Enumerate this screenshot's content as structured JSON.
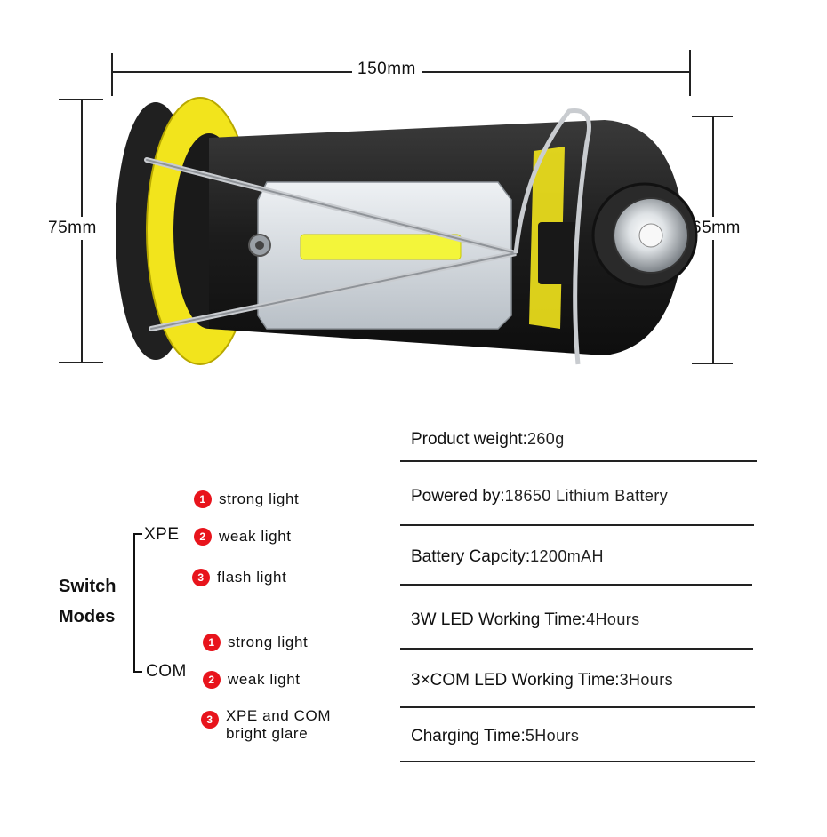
{
  "dimensions": {
    "length": "150mm",
    "height_left": "75mm",
    "height_right": "65mm"
  },
  "colors": {
    "accent_yellow": "#f2e41c",
    "body_black": "#1c1c1c",
    "mode_badge_red": "#e8141c"
  },
  "switch_modes": {
    "title_line1": "Switch",
    "title_line2": "Modes",
    "groups": [
      {
        "label": "XPE",
        "items": [
          {
            "num": "1",
            "text": "strong light"
          },
          {
            "num": "2",
            "text": "weak light"
          },
          {
            "num": "3",
            "text": "flash light"
          }
        ]
      },
      {
        "label": "COM",
        "items": [
          {
            "num": "1",
            "text": "strong light"
          },
          {
            "num": "2",
            "text": "weak light"
          },
          {
            "num": "3",
            "text_line1": "XPE and COM",
            "text_line2": "bright glare"
          }
        ]
      }
    ]
  },
  "specs": [
    {
      "key": "Product weight:",
      "value": "260g"
    },
    {
      "key": "Powered by:",
      "value": "18650 Lithium Battery"
    },
    {
      "key": "Battery Capcity:",
      "value": "1200mAH"
    },
    {
      "key": "3W LED Working Time:",
      "value": "4Hours"
    },
    {
      "key": "3×COM LED Working Time:",
      "value": "3Hours"
    },
    {
      "key": "Charging Time:",
      "value": "5Hours"
    }
  ]
}
